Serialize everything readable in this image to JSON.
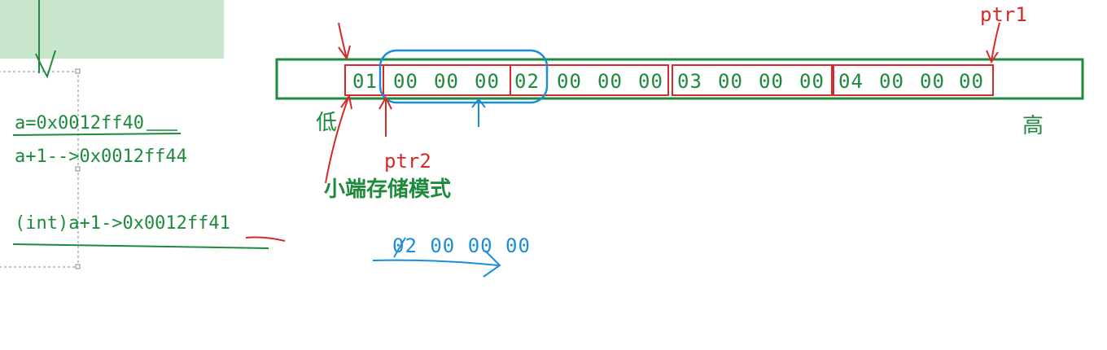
{
  "memory": {
    "bytes": [
      "01",
      "00",
      "00",
      "00",
      "02",
      "00",
      "00",
      "00",
      "03",
      "00",
      "00",
      "00",
      "04",
      "00",
      "00",
      "00"
    ],
    "low_label": "低",
    "high_label": "高",
    "ptr1_label": "ptr1",
    "ptr2_label": "ptr2",
    "endian_label": "小端存储模式"
  },
  "notes": {
    "line1": "a=0x0012ff40",
    "line2": "a+1-->0x0012ff44",
    "line3": "(int)a+1->0x0012ff41"
  },
  "blue_bytes": "02 00 00 00",
  "colors": {
    "green": "#1e8a3c",
    "red": "#d42a2a",
    "blue": "#1a8fd8",
    "panel": "#c8e6cc"
  }
}
